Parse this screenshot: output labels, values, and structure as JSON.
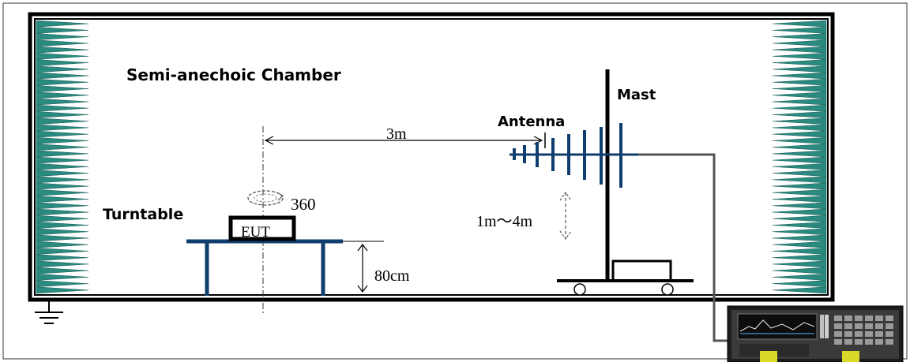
{
  "diagram": {
    "chamber_label": "Semi-anechoic Chamber",
    "mast_label": "Mast",
    "antenna_label": "Antenna",
    "distance_label": "3m",
    "rotation_label": "360",
    "turntable_label": "Turntable",
    "eut_label": "EUT",
    "height_range_label": "1m～4m",
    "table_height_label": "80cm"
  },
  "colors": {
    "absorber": "#2a8a7f",
    "structure": "#0f3e6e",
    "wall": "#000000",
    "cable": "#555555"
  },
  "icons": [
    "ground-icon",
    "spectrum-analyzer-icon",
    "rotation-arrow-icon"
  ]
}
